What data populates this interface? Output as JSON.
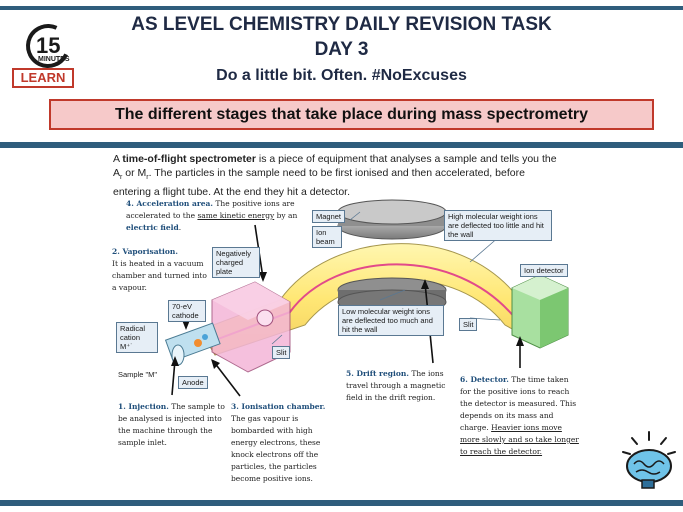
{
  "header": {
    "logo_number": "15",
    "logo_label": "MINUTES",
    "badge": "LEARN",
    "title_line1": "AS LEVEL CHEMISTRY DAILY REVISION TASK",
    "title_line2": "DAY 3",
    "slogan": "Do a little bit. Often. #NoExcuses",
    "banner": "The different stages that take place during mass spectrometry"
  },
  "intro": {
    "part1": "A ",
    "term": "time-of-flight spectrometer",
    "part2": " is a piece of equipment that analyses a sample and tells you the A",
    "ar_sub": "r",
    "part3": " or M",
    "mr_sub": "r",
    "part4": ". The particles in the sample need to be first ionised and then accelerated, before entering a flight tube. At the end they hit a detector."
  },
  "notes": {
    "acceleration": {
      "title": "4. Acceleration area.",
      "text1": " The positive ions are accelerated  to the ",
      "underlined": "same kinetic energy",
      "text2": " by an ",
      "bold_end": "electric field",
      "end": "."
    },
    "vaporisation": {
      "title": "2. Vaporisation.",
      "text": "It is heated in a vacuum chamber and turned into a vapour."
    },
    "injection": {
      "title": "1. Injection.",
      "text": " The sample to be analysed is injected into the machine through the sample inlet."
    },
    "ionisation": {
      "title": "3. Ionisation chamber.",
      "text": "The gas vapour is bombarded with high energy electrons, these knock electrons off the particles, the particles become positive ions."
    },
    "drift": {
      "title": "5. Drift region.",
      "text": " The ions travel through a magnetic field in the drift region."
    },
    "detector": {
      "title": "6. Detector.",
      "text": " The time taken for the positive ions to reach the detector is measured. This depends on its mass and charge. ",
      "underlined": "Heavier ions move more slowly and so take longer to reach the detector."
    }
  },
  "labels": {
    "magnet": "Magnet",
    "ion_beam": "Ion beam",
    "high_mw": "High molecular weight ions are deflected too little and hit the wall",
    "low_mw": "Low molecular weight ions are deflected too much and hit the wall",
    "ion_detector": "Ion detector",
    "slit_right": "Slit",
    "slit_left": "Slit",
    "negative_plate": "Negatively charged plate",
    "cathode": "70-eV cathode",
    "radical_cation": "Radical cation M⁺˙",
    "sample": "Sample \"M\"",
    "anode": "Anode"
  }
}
